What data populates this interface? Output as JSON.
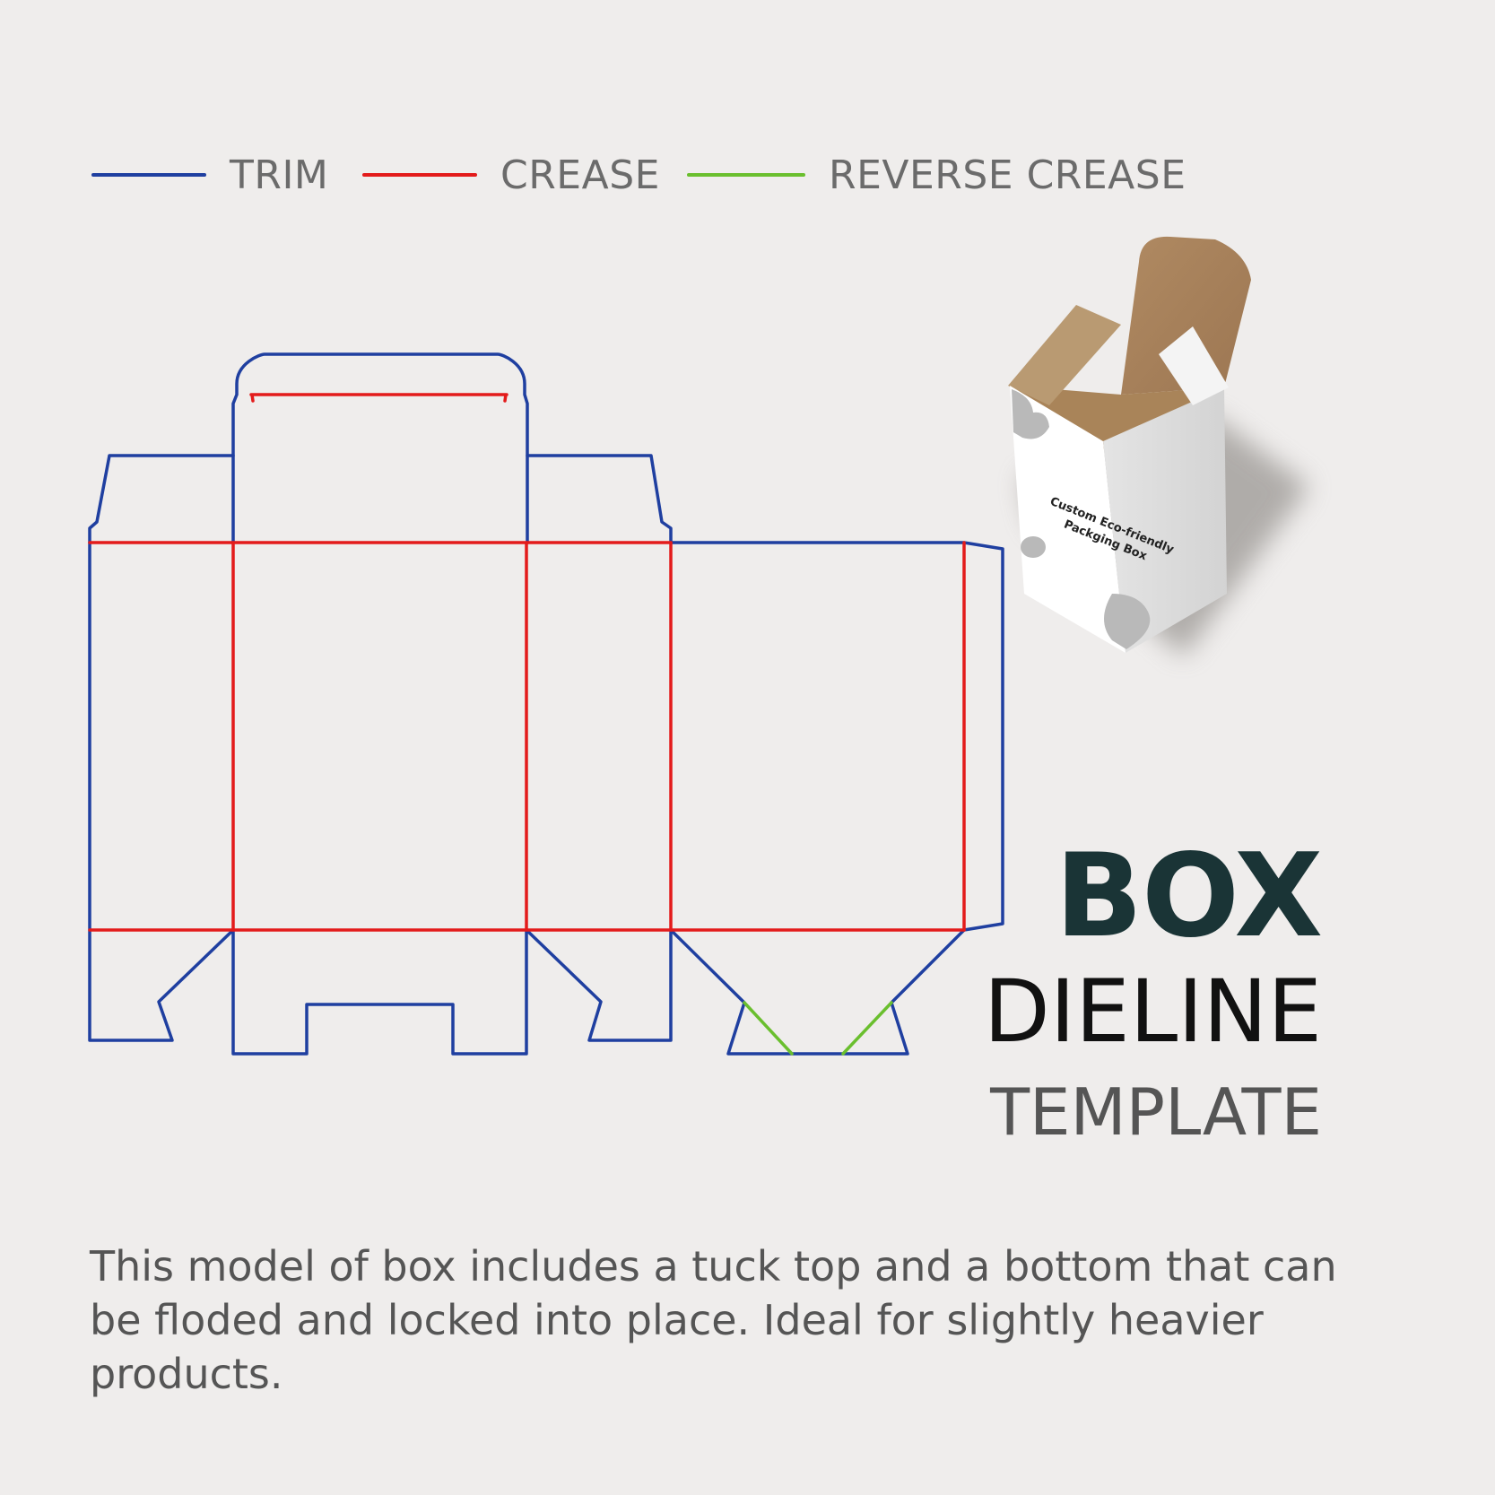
{
  "legend": {
    "items": [
      {
        "label": "TRIM",
        "color": "#1f3fa0"
      },
      {
        "label": "CREASE",
        "color": "#e31b1b"
      },
      {
        "label": "REVERSE CREASE",
        "color": "#6abf2e"
      }
    ]
  },
  "title": {
    "main": "BOX",
    "sub": "DIELINE",
    "sub2": "TEMPLATE"
  },
  "description": "This model of box includes a tuck top and a bottom that can be floded and locked into place. Ideal for slightly heavier products.",
  "mockup": {
    "box_text_line1": "Custom Eco-friendly",
    "box_text_line2": "Packging Box"
  }
}
